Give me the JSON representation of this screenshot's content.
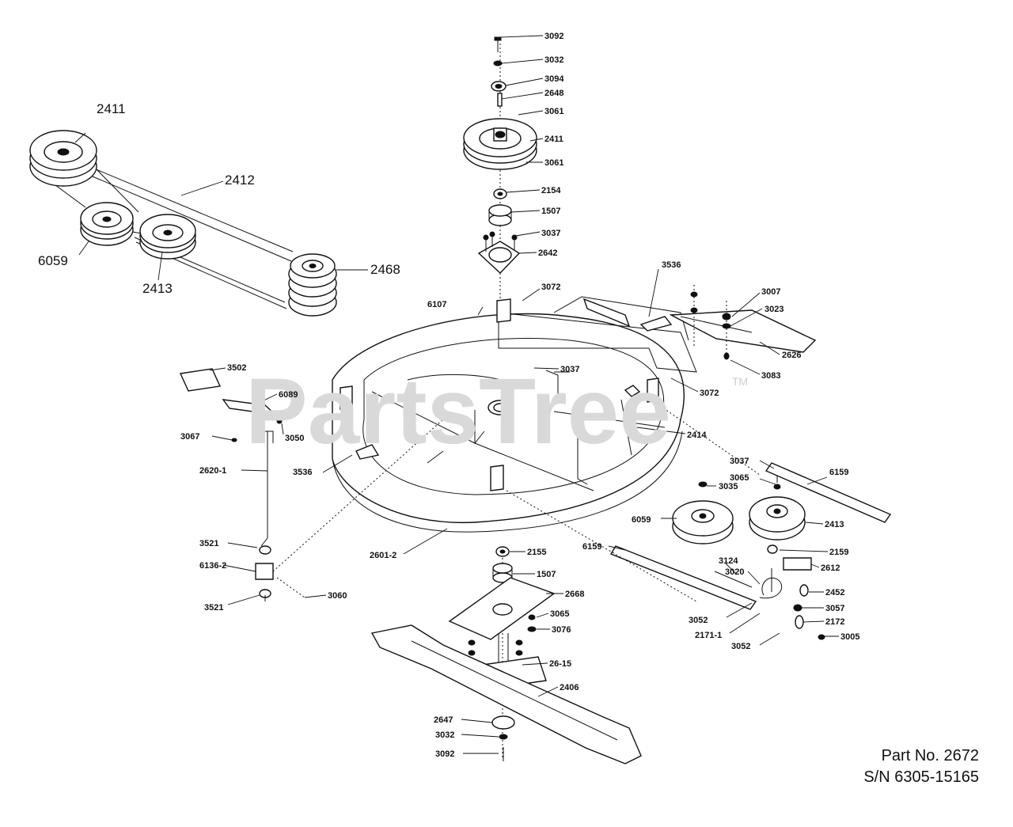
{
  "watermark": {
    "text": "PartsTree",
    "mark": "TM"
  },
  "footer": {
    "part_no": "Part No. 2672",
    "serial": "S/N 6305-15165"
  },
  "callouts": [
    {
      "id": "c3092a",
      "text": "3092"
    },
    {
      "id": "c3032a",
      "text": "3032"
    },
    {
      "id": "c3094",
      "text": "3094"
    },
    {
      "id": "c2648",
      "text": "2648"
    },
    {
      "id": "c3061a",
      "text": "3061"
    },
    {
      "id": "c2411b",
      "text": "2411"
    },
    {
      "id": "c3061b",
      "text": "3061"
    },
    {
      "id": "c2154",
      "text": "2154"
    },
    {
      "id": "c1507a",
      "text": "1507"
    },
    {
      "id": "c3037a",
      "text": "3037"
    },
    {
      "id": "c2642",
      "text": "2642"
    },
    {
      "id": "c3072a",
      "text": "3072"
    },
    {
      "id": "c6107",
      "text": "6107"
    },
    {
      "id": "c3536a",
      "text": "3536"
    },
    {
      "id": "c3007",
      "text": "3007"
    },
    {
      "id": "c3023",
      "text": "3023"
    },
    {
      "id": "c2626",
      "text": "2626"
    },
    {
      "id": "c3083",
      "text": "3083"
    },
    {
      "id": "c3037b",
      "text": "3037"
    },
    {
      "id": "c3072b",
      "text": "3072"
    },
    {
      "id": "c3502",
      "text": "3502"
    },
    {
      "id": "c6089",
      "text": "6089"
    },
    {
      "id": "c3067",
      "text": "3067"
    },
    {
      "id": "c3050",
      "text": "3050"
    },
    {
      "id": "c2620",
      "text": "2620-1"
    },
    {
      "id": "c3536b",
      "text": "3536"
    },
    {
      "id": "c2414",
      "text": "2414"
    },
    {
      "id": "c3037c",
      "text": "3037"
    },
    {
      "id": "c6159a",
      "text": "6159"
    },
    {
      "id": "c3065a",
      "text": "3065"
    },
    {
      "id": "c3035",
      "text": "3035"
    },
    {
      "id": "c6059b",
      "text": "6059"
    },
    {
      "id": "c2413b",
      "text": "2413"
    },
    {
      "id": "c3521a",
      "text": "3521"
    },
    {
      "id": "c6136",
      "text": "6136-2"
    },
    {
      "id": "c3060",
      "text": "3060"
    },
    {
      "id": "c3521b",
      "text": "3521"
    },
    {
      "id": "c2601",
      "text": "2601-2"
    },
    {
      "id": "c2155",
      "text": "2155"
    },
    {
      "id": "c1507b",
      "text": "1507"
    },
    {
      "id": "c2668",
      "text": "2668"
    },
    {
      "id": "c3065b",
      "text": "3065"
    },
    {
      "id": "c3076",
      "text": "3076"
    },
    {
      "id": "c2615",
      "text": "26-15"
    },
    {
      "id": "c2406",
      "text": "2406"
    },
    {
      "id": "c2647",
      "text": "2647"
    },
    {
      "id": "c3032b",
      "text": "3032"
    },
    {
      "id": "c3092b",
      "text": "3092"
    },
    {
      "id": "c6159b",
      "text": "6159"
    },
    {
      "id": "c2159",
      "text": "2159"
    },
    {
      "id": "c3124",
      "text": "3124"
    },
    {
      "id": "c3020",
      "text": "3020"
    },
    {
      "id": "c2612",
      "text": "2612"
    },
    {
      "id": "c2452",
      "text": "2452"
    },
    {
      "id": "c3052a",
      "text": "3052"
    },
    {
      "id": "c3057",
      "text": "3057"
    },
    {
      "id": "c2172",
      "text": "2172"
    },
    {
      "id": "c2171",
      "text": "2171-1"
    },
    {
      "id": "c3005",
      "text": "3005"
    },
    {
      "id": "c3052b",
      "text": "3052"
    }
  ],
  "large_callouts": [
    {
      "id": "L2411",
      "text": "2411"
    },
    {
      "id": "L2412",
      "text": "2412"
    },
    {
      "id": "L6059",
      "text": "6059"
    },
    {
      "id": "L2413",
      "text": "2413"
    },
    {
      "id": "L2468",
      "text": "2468"
    }
  ]
}
